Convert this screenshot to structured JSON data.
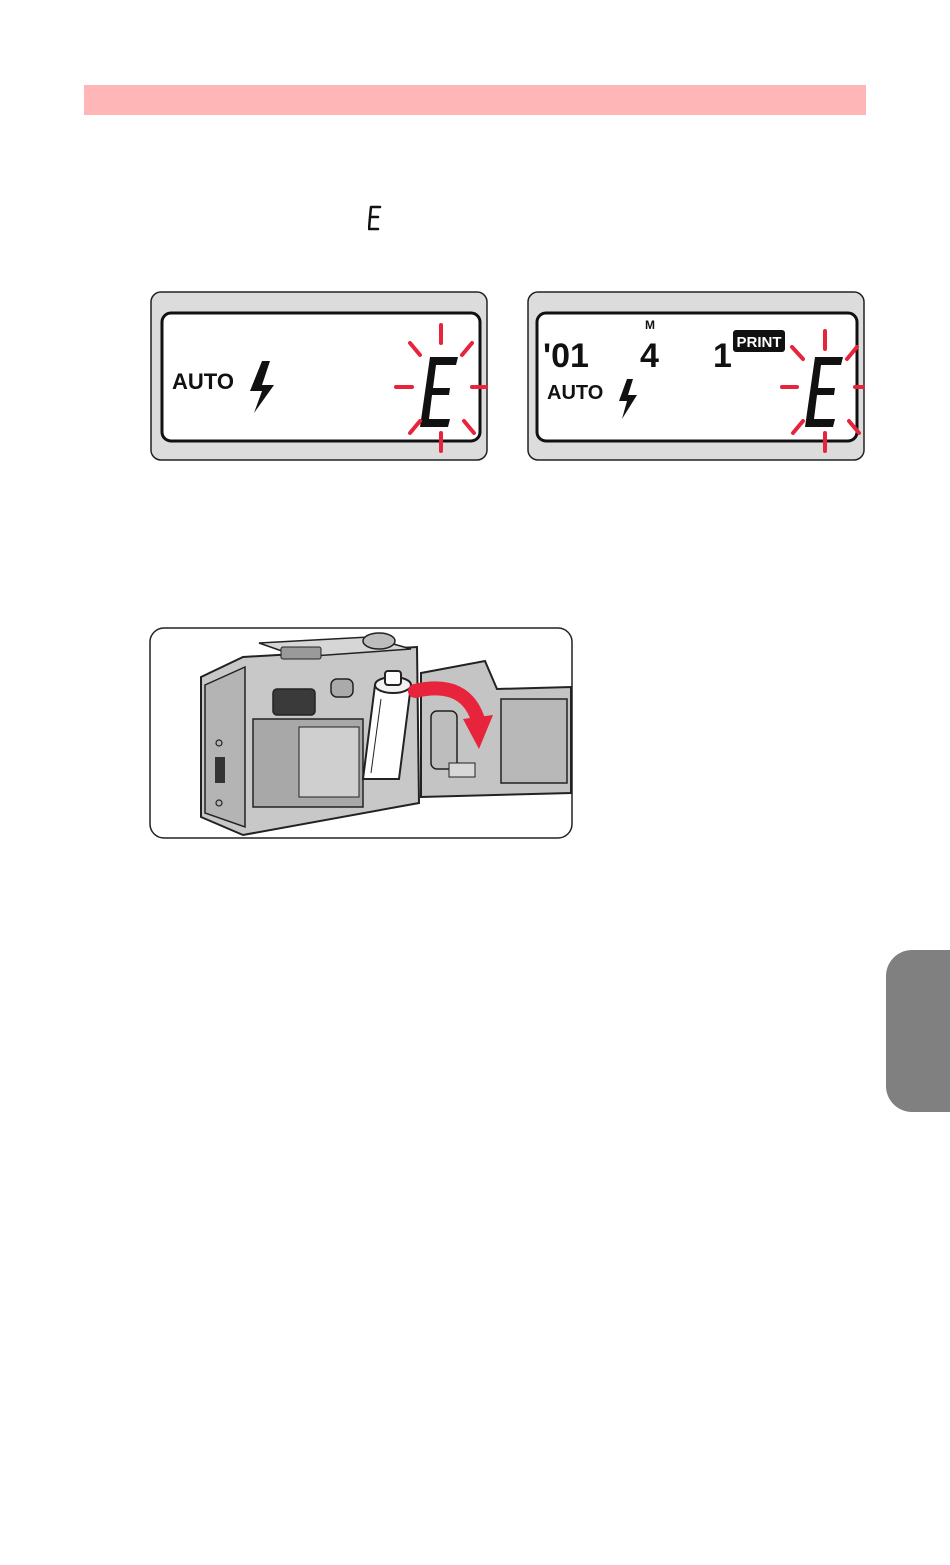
{
  "lcd_left": {
    "mode_label": "AUTO",
    "error_char": "E"
  },
  "lcd_right": {
    "year_digits": "'01",
    "month_marker": "M",
    "month_digit": "4",
    "day_digit": "1",
    "print_badge": "PRINT",
    "mode_label": "AUTO",
    "error_char": "E"
  },
  "icons": {
    "flash": "flash-bolt-icon",
    "blink": "blink-rays-icon",
    "arrow": "curved-arrow-icon"
  },
  "colors": {
    "header_bar": "#ffb6b6",
    "blink_ray": "#e8233c",
    "panel_outer": "#dcdcdc",
    "side_tab": "#808080",
    "arrow": "#e8233c"
  }
}
